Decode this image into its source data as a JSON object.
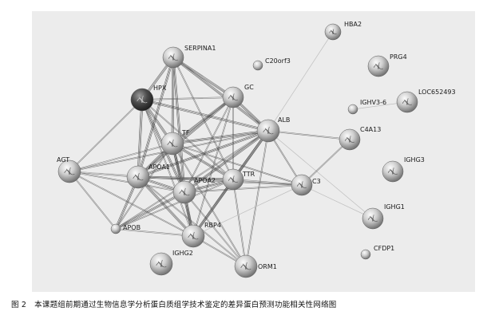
{
  "figure": {
    "number": "图 2",
    "caption": "本课题组前期通过生物信息学分析蛋白质组学技术鉴定的差异蛋白预测功能相关性网络图"
  },
  "colors": {
    "panel": "#ececec",
    "edge_dark": "#3c3c3c",
    "edge_light": "#b9b9b9",
    "node_highlight": "#f7f7f7",
    "node_shadow": "#7e7e7e",
    "node_dark": "#3a3a3a"
  },
  "nodes": [
    {
      "id": "HBA2",
      "label": "HBA2"
    },
    {
      "id": "SERPINA1",
      "label": "SERPINA1"
    },
    {
      "id": "C20orf3",
      "label": "C20orf3"
    },
    {
      "id": "PRG4",
      "label": "PRG4"
    },
    {
      "id": "HPX",
      "label": "HPX"
    },
    {
      "id": "GC",
      "label": "GC"
    },
    {
      "id": "IGHV3-6",
      "label": "IGHV3-6"
    },
    {
      "id": "LOC652493",
      "label": "LOC652493"
    },
    {
      "id": "ALB",
      "label": "ALB"
    },
    {
      "id": "TF",
      "label": "TF"
    },
    {
      "id": "C4A13",
      "label": "C4A13"
    },
    {
      "id": "AGT",
      "label": "AGT"
    },
    {
      "id": "APOA1",
      "label": "APOA1"
    },
    {
      "id": "TTR",
      "label": "TTR"
    },
    {
      "id": "C3",
      "label": "C3"
    },
    {
      "id": "IGHG3",
      "label": "IGHG3"
    },
    {
      "id": "APOA2",
      "label": "APOA2"
    },
    {
      "id": "IGHG1",
      "label": "IGHG1"
    },
    {
      "id": "APOB",
      "label": "APOB"
    },
    {
      "id": "RBP4",
      "label": "RBP4"
    },
    {
      "id": "CFDP1",
      "label": "CFDP1"
    },
    {
      "id": "IGHG2",
      "label": "IGHG2"
    },
    {
      "id": "ORM1",
      "label": "ORM1"
    }
  ],
  "edges": [
    {
      "source": "HBA2",
      "target": "ALB",
      "strength": 1
    },
    {
      "source": "IGHV3-6",
      "target": "LOC652493",
      "strength": 1
    },
    {
      "source": "SERPINA1",
      "target": "HPX",
      "strength": 3
    },
    {
      "source": "SERPINA1",
      "target": "GC",
      "strength": 3
    },
    {
      "source": "SERPINA1",
      "target": "ALB",
      "strength": 3
    },
    {
      "source": "SERPINA1",
      "target": "TF",
      "strength": 3
    },
    {
      "source": "SERPINA1",
      "target": "APOA1",
      "strength": 3
    },
    {
      "source": "SERPINA1",
      "target": "APOA2",
      "strength": 3
    },
    {
      "source": "SERPINA1",
      "target": "TTR",
      "strength": 2
    },
    {
      "source": "HPX",
      "target": "GC",
      "strength": 2
    },
    {
      "source": "HPX",
      "target": "ALB",
      "strength": 3
    },
    {
      "source": "HPX",
      "target": "TF",
      "strength": 3
    },
    {
      "source": "HPX",
      "target": "APOA1",
      "strength": 3
    },
    {
      "source": "HPX",
      "target": "APOA2",
      "strength": 3
    },
    {
      "source": "HPX",
      "target": "AGT",
      "strength": 2
    },
    {
      "source": "HPX",
      "target": "RBP4",
      "strength": 2
    },
    {
      "source": "HPX",
      "target": "TTR",
      "strength": 2
    },
    {
      "source": "GC",
      "target": "ALB",
      "strength": 3
    },
    {
      "source": "GC",
      "target": "TF",
      "strength": 3
    },
    {
      "source": "GC",
      "target": "APOA1",
      "strength": 3
    },
    {
      "source": "GC",
      "target": "APOA2",
      "strength": 2
    },
    {
      "source": "GC",
      "target": "TTR",
      "strength": 2
    },
    {
      "source": "GC",
      "target": "RBP4",
      "strength": 2
    },
    {
      "source": "ALB",
      "target": "TF",
      "strength": 3
    },
    {
      "source": "ALB",
      "target": "AGT",
      "strength": 2
    },
    {
      "source": "ALB",
      "target": "APOA1",
      "strength": 3
    },
    {
      "source": "ALB",
      "target": "APOA2",
      "strength": 3
    },
    {
      "source": "ALB",
      "target": "TTR",
      "strength": 3
    },
    {
      "source": "ALB",
      "target": "C3",
      "strength": 2
    },
    {
      "source": "ALB",
      "target": "C4A13",
      "strength": 2
    },
    {
      "source": "ALB",
      "target": "IGHG1",
      "strength": 1
    },
    {
      "source": "ALB",
      "target": "APOB",
      "strength": 2
    },
    {
      "source": "ALB",
      "target": "RBP4",
      "strength": 3
    },
    {
      "source": "ALB",
      "target": "ORM1",
      "strength": 2
    },
    {
      "source": "TF",
      "target": "AGT",
      "strength": 2
    },
    {
      "source": "TF",
      "target": "APOA1",
      "strength": 3
    },
    {
      "source": "TF",
      "target": "APOA2",
      "strength": 3
    },
    {
      "source": "TF",
      "target": "TTR",
      "strength": 3
    },
    {
      "source": "TF",
      "target": "C3",
      "strength": 2
    },
    {
      "source": "TF",
      "target": "APOB",
      "strength": 2
    },
    {
      "source": "TF",
      "target": "RBP4",
      "strength": 3
    },
    {
      "source": "TF",
      "target": "ORM1",
      "strength": 2
    },
    {
      "source": "AGT",
      "target": "APOA1",
      "strength": 2
    },
    {
      "source": "AGT",
      "target": "APOA2",
      "strength": 2
    },
    {
      "source": "AGT",
      "target": "APOB",
      "strength": 2
    },
    {
      "source": "AGT",
      "target": "RBP4",
      "strength": 2
    },
    {
      "source": "AGT",
      "target": "C3",
      "strength": 1
    },
    {
      "source": "APOA1",
      "target": "APOA2",
      "strength": 3
    },
    {
      "source": "APOA1",
      "target": "APOB",
      "strength": 3
    },
    {
      "source": "APOA1",
      "target": "RBP4",
      "strength": 3
    },
    {
      "source": "APOA1",
      "target": "TTR",
      "strength": 3
    },
    {
      "source": "APOA1",
      "target": "C3",
      "strength": 2
    },
    {
      "source": "APOA1",
      "target": "ORM1",
      "strength": 2
    },
    {
      "source": "APOA2",
      "target": "APOB",
      "strength": 3
    },
    {
      "source": "APOA2",
      "target": "RBP4",
      "strength": 3
    },
    {
      "source": "APOA2",
      "target": "TTR",
      "strength": 3
    },
    {
      "source": "APOA2",
      "target": "C3",
      "strength": 2
    },
    {
      "source": "APOA2",
      "target": "ORM1",
      "strength": 2
    },
    {
      "source": "TTR",
      "target": "RBP4",
      "strength": 3
    },
    {
      "source": "TTR",
      "target": "C3",
      "strength": 2
    },
    {
      "source": "TTR",
      "target": "APOB",
      "strength": 2
    },
    {
      "source": "TTR",
      "target": "ORM1",
      "strength": 2
    },
    {
      "source": "C3",
      "target": "C4A13",
      "strength": 2
    },
    {
      "source": "C3",
      "target": "IGHG1",
      "strength": 1
    },
    {
      "source": "C3",
      "target": "RBP4",
      "strength": 1
    },
    {
      "source": "APOB",
      "target": "RBP4",
      "strength": 2
    },
    {
      "source": "RBP4",
      "target": "ORM1",
      "strength": 2
    }
  ]
}
